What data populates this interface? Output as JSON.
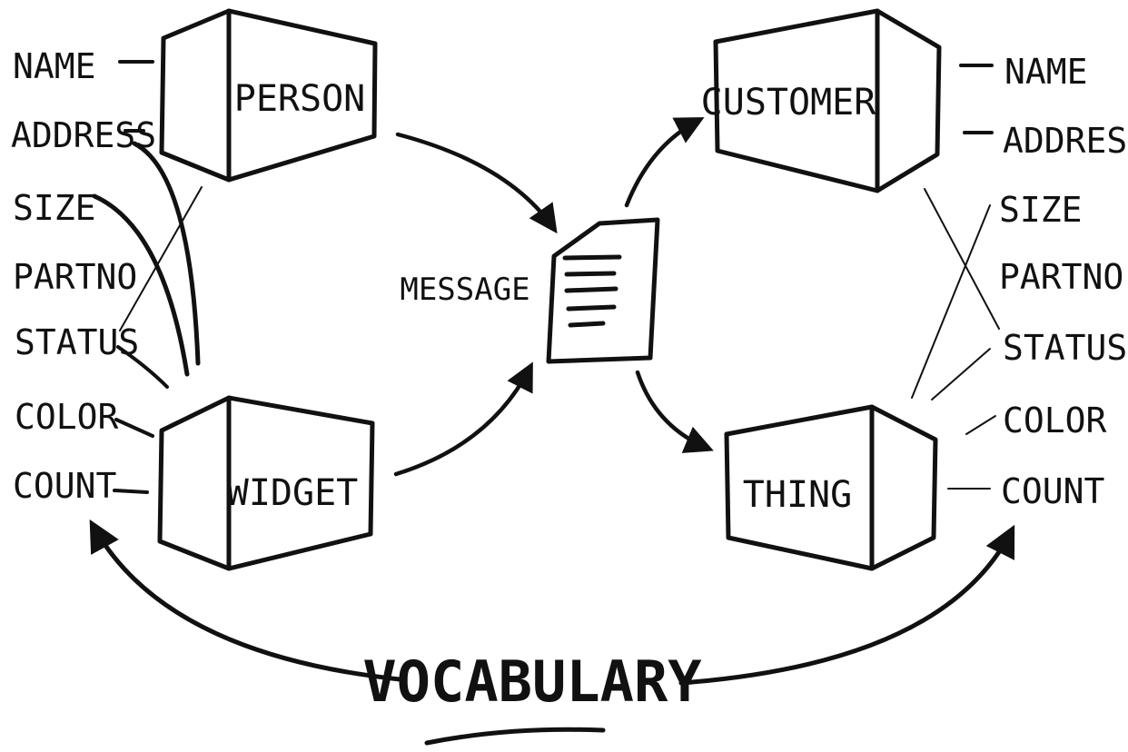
{
  "entities": {
    "person": "PERSON",
    "widget": "WIDGET",
    "customer": "CUSTOMER",
    "thing": "THING"
  },
  "message_label": "MESSAGE",
  "left_attributes": [
    "NAME",
    "ADDRESS",
    "SIZE",
    "PARTNO",
    "STATUS",
    "COLOR",
    "COUNT"
  ],
  "right_attributes": [
    "NAME",
    "ADDRESS",
    "SIZE",
    "PARTNO",
    "STATUS",
    "COLOR",
    "COUNT"
  ],
  "vocabulary_label": "VOCABULARY"
}
